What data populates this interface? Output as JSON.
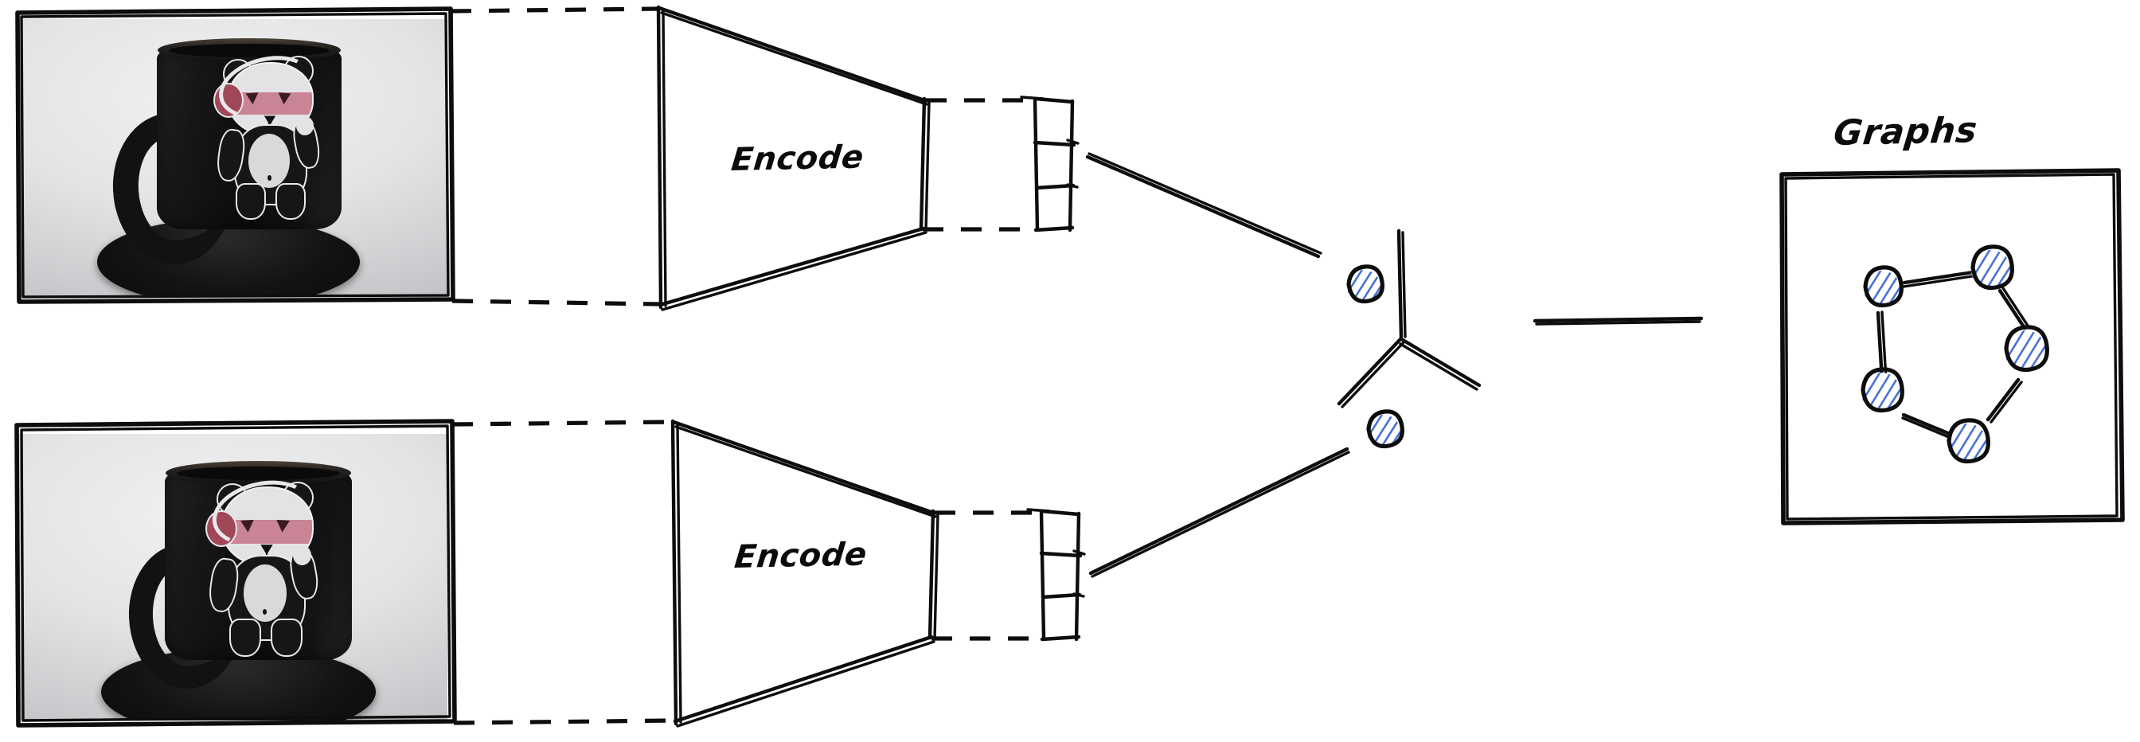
{
  "diagram": {
    "title_visible": false,
    "background_color": "#ffffff",
    "ink_color": "#0d0d0d",
    "node_hatch_color": "#4a72d4"
  },
  "inputs": [
    {
      "name": "input-image-top",
      "kind": "photograph",
      "subject": "black coffee mug with cartoon panda wearing pink mask and headphones",
      "view": "three-quarter view, handle on left",
      "caption": ""
    },
    {
      "name": "input-image-bottom",
      "kind": "photograph",
      "subject": "black coffee mug with cartoon panda wearing pink mask and headphones",
      "view": "near frontal view, handle on left",
      "caption": ""
    }
  ],
  "encoders": [
    {
      "label": "Encode"
    },
    {
      "label": "Encode"
    }
  ],
  "latents": [
    {
      "name": "latent-vector-top",
      "cells": 3
    },
    {
      "name": "latent-vector-bottom",
      "cells": 3
    }
  ],
  "junction": {
    "name": "merge-junction",
    "shape": "three-pronged-y",
    "nodes": [
      {
        "name": "junction-node-top",
        "fill": "hatched"
      },
      {
        "name": "junction-node-bottom",
        "fill": "hatched"
      }
    ]
  },
  "connector": {
    "name": "junction-to-graphs-connector",
    "style": "solid-line"
  },
  "graphs_panel": {
    "title": "Graphs",
    "box": {
      "name": "graphs-box"
    },
    "chart_data": {
      "type": "scatter",
      "title": "Graphs",
      "xlabel": "",
      "ylabel": "",
      "grid": false,
      "legend": "none",
      "nodes": [
        {
          "id": "n1",
          "x": 0.2,
          "y": 0.27
        },
        {
          "id": "n2",
          "x": 0.69,
          "y": 0.18
        },
        {
          "id": "n3",
          "x": 0.83,
          "y": 0.56
        },
        {
          "id": "n4",
          "x": 0.58,
          "y": 0.88
        },
        {
          "id": "n5",
          "x": 0.2,
          "y": 0.71
        }
      ],
      "edges": [
        {
          "source": "n1",
          "target": "n2"
        },
        {
          "source": "n2",
          "target": "n3"
        },
        {
          "source": "n3",
          "target": "n4"
        },
        {
          "source": "n4",
          "target": "n5"
        },
        {
          "source": "n5",
          "target": "n1"
        }
      ],
      "node_style": {
        "shape": "circle",
        "outline": "#0d0d0d",
        "hatch": "#4a72d4"
      }
    }
  }
}
